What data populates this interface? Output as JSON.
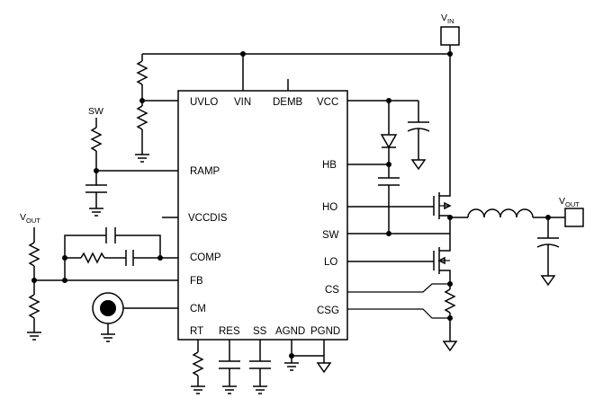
{
  "ic": {
    "pins_top": [
      "UVLO",
      "VIN",
      "DEMB",
      "VCC"
    ],
    "pins_left": [
      "RAMP",
      "VCCDIS",
      "COMP",
      "FB",
      "CM"
    ],
    "pins_right": [
      "HB",
      "HO",
      "SW",
      "LO",
      "CS",
      "CSG"
    ],
    "pins_bottom": [
      "RT",
      "RES",
      "SS",
      "AGND",
      "PGND"
    ]
  },
  "nets": {
    "vin": {
      "main": "V",
      "sub": "IN"
    },
    "vout_right": {
      "main": "V",
      "sub": "OUT"
    },
    "vout_left": {
      "main": "V",
      "sub": "OUT"
    },
    "sw_label": "SW"
  }
}
